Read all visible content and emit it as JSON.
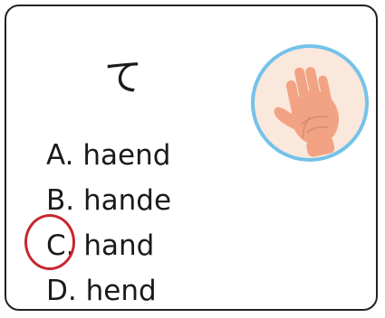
{
  "question": {
    "kana": "て"
  },
  "options": [
    {
      "letter": "A.",
      "word": "haend"
    },
    {
      "letter": "B.",
      "word": "hande"
    },
    {
      "letter": "C.",
      "word": "hand"
    },
    {
      "letter": "D.",
      "word": "hend"
    }
  ],
  "selected_option": "C",
  "image": {
    "icon": "hand-icon"
  },
  "colors": {
    "border": "#222222",
    "circle_mark": "#c7282e",
    "icon_ring": "#74c2ea",
    "icon_fill": "#fbe8dc",
    "hand": "#f2a384"
  }
}
